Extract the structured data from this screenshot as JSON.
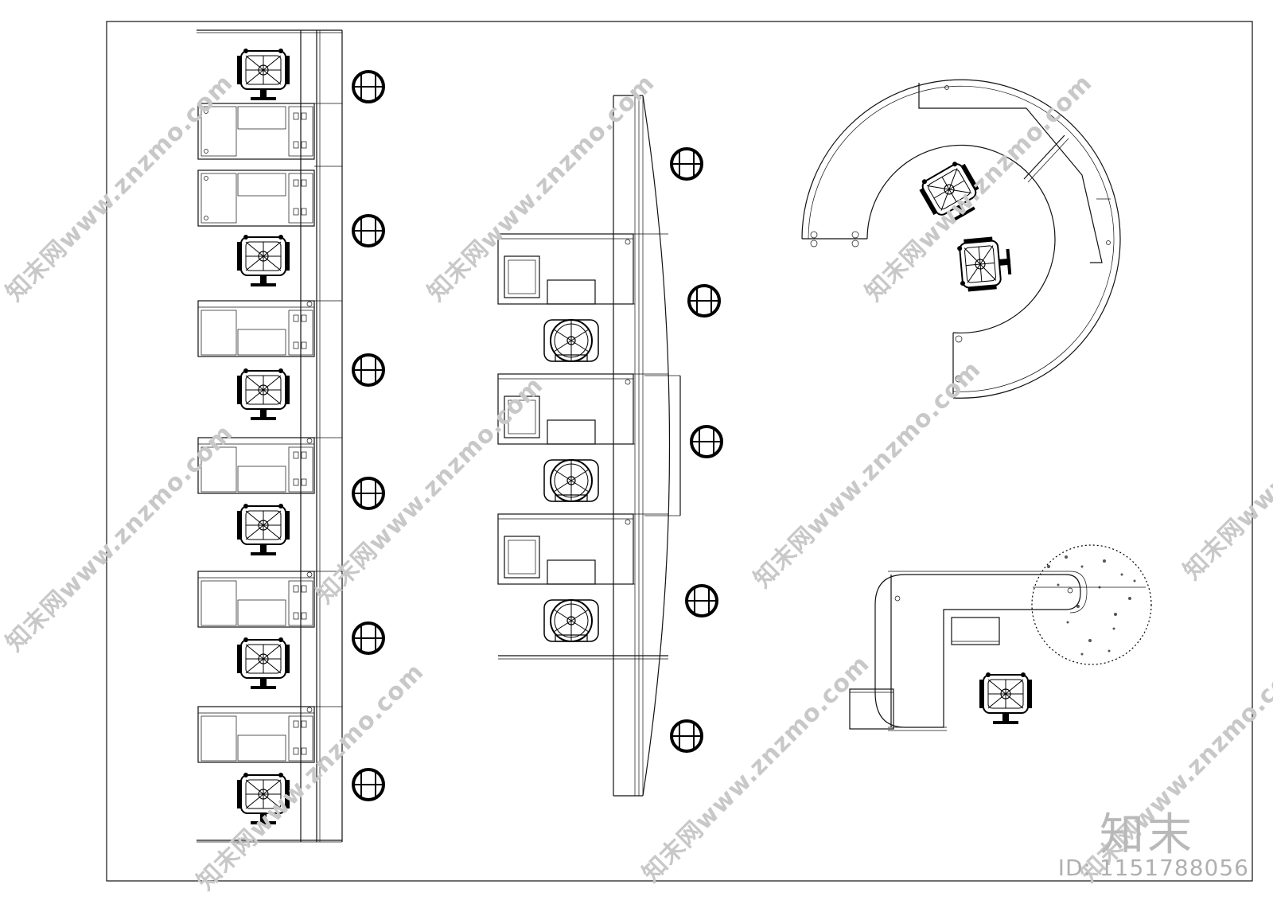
{
  "watermark": {
    "site": "知末网www.znzmo.com",
    "brand": "知末",
    "id_label": "ID: 1151788056"
  }
}
